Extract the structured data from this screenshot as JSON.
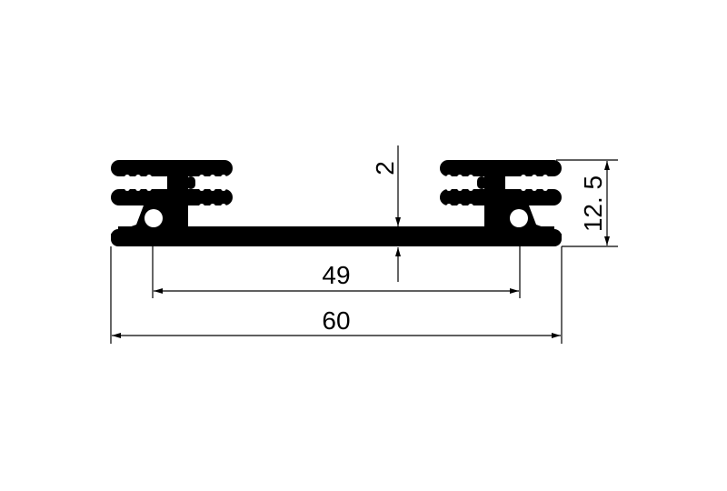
{
  "dimensions": {
    "overall_width": "60",
    "inner_width": "49",
    "base_thickness": "2",
    "height": "12. 5"
  },
  "colors": {
    "profile": "#000000",
    "background": "#ffffff"
  }
}
